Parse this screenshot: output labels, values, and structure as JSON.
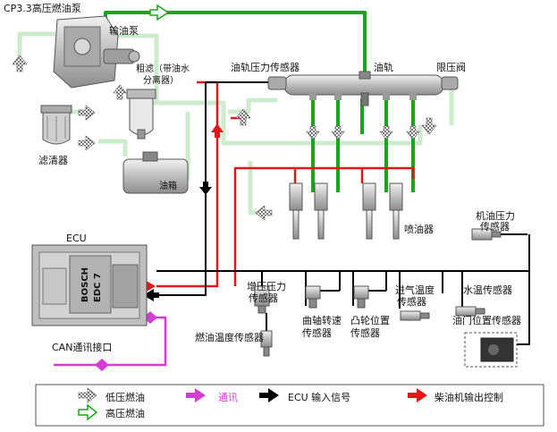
{
  "title": "CP3.3高压燃油泵",
  "labels": {
    "feed_pump": "输油泵",
    "prefilter_line1": "粗滤（带油水",
    "prefilter_line2": "分离器）",
    "filter": "滤清器",
    "tank": "油箱",
    "rail_pressure_sensor": "油轨压力传感器",
    "rail": "油轨",
    "pressure_limiter": "限压阀",
    "injector": "喷油器",
    "oil_pressure_line1": "机油压力",
    "oil_pressure_line2": "传感器",
    "ecu": "ECU",
    "ecu_brand": "BOSCH",
    "ecu_model": "EDC 7",
    "boost_line1": "增压压力",
    "boost_line2": "传感器",
    "fuel_temp": "燃油温度传感器",
    "crank_line1": "曲轴转速",
    "crank_line2": "传感器",
    "cam_line1": "凸轮位置",
    "cam_line2": "传感器",
    "intake_line1": "进气温度",
    "intake_line2": "传感器",
    "coolant": "水温传感器",
    "throttle": "油门位置传感器",
    "can": "CAN通讯接口"
  },
  "legend": {
    "low_pressure": "低压燃油",
    "high_pressure": "高压燃油",
    "comm": "通讯",
    "ecu_input": "ECU 输入信号",
    "output_ctrl": "柴油机输出控制"
  },
  "colors": {
    "low_pressure_line": "#cfeecf",
    "high_pressure_line": "#1aa51a",
    "ecu_input_line": "#000000",
    "output_ctrl_line": "#e01818",
    "comm_line": "#d23dd2",
    "component_gray": "#c8c8c8"
  }
}
